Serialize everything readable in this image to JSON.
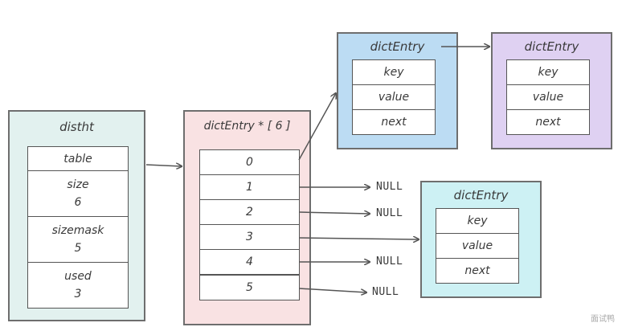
{
  "colors": {
    "distht": "#e2f1ef",
    "array": "#f9e2e3",
    "entry_blue": "#bcdcf3",
    "entry_purple": "#dfd1f2",
    "entry_cyan": "#cdf1f4"
  },
  "distht": {
    "title": "distht",
    "table": "table",
    "size_label": "size",
    "size_value": "6",
    "sizemask_label": "sizemask",
    "sizemask_value": "5",
    "used_label": "used",
    "used_value": "3"
  },
  "array": {
    "title": "dictEntry * [ 6 ]",
    "slots": [
      "0",
      "1",
      "2",
      "3",
      "4",
      "5"
    ]
  },
  "entry_blue": {
    "title": "dictEntry",
    "fields": [
      "key",
      "value",
      "next"
    ]
  },
  "entry_purple": {
    "title": "dictEntry",
    "fields": [
      "key",
      "value",
      "next"
    ]
  },
  "entry_cyan": {
    "title": "dictEntry",
    "fields": [
      "key",
      "value",
      "next"
    ]
  },
  "nulls": [
    "NULL",
    "NULL",
    "NULL",
    "NULL"
  ],
  "watermark": "面试鸭"
}
